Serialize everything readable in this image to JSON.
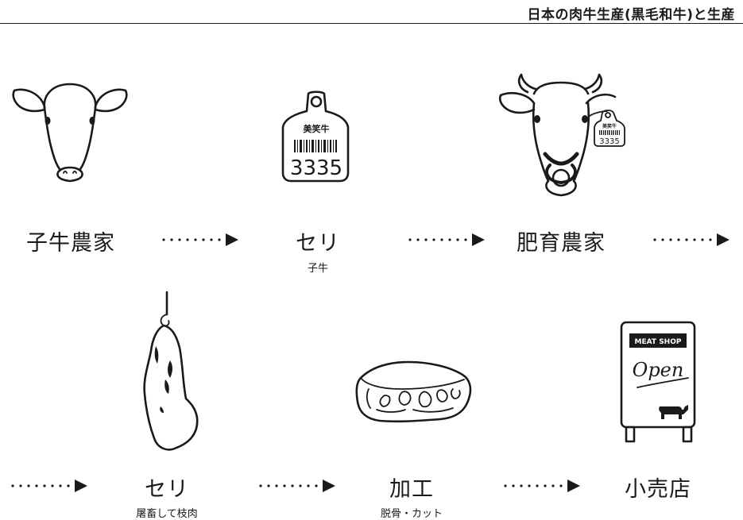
{
  "header": {
    "title": "日本の肉牛生産(黒毛和牛)と生産"
  },
  "steps": [
    {
      "label": "子牛農家",
      "sub": ""
    },
    {
      "label": "セリ",
      "sub": "子牛"
    },
    {
      "label": "肥育農家",
      "sub": ""
    },
    {
      "label": "セリ",
      "sub": "屠畜して枝肉"
    },
    {
      "label": "加工",
      "sub": "脱骨・カット"
    },
    {
      "label": "小売店",
      "sub": ""
    }
  ],
  "ear_tag": {
    "brand": "美笑牛",
    "number": "3335"
  },
  "ear_tag_small": {
    "brand": "美笑牛",
    "number": "3335"
  },
  "shop_sign": {
    "header": "MEAT SHOP",
    "script": "Open"
  }
}
